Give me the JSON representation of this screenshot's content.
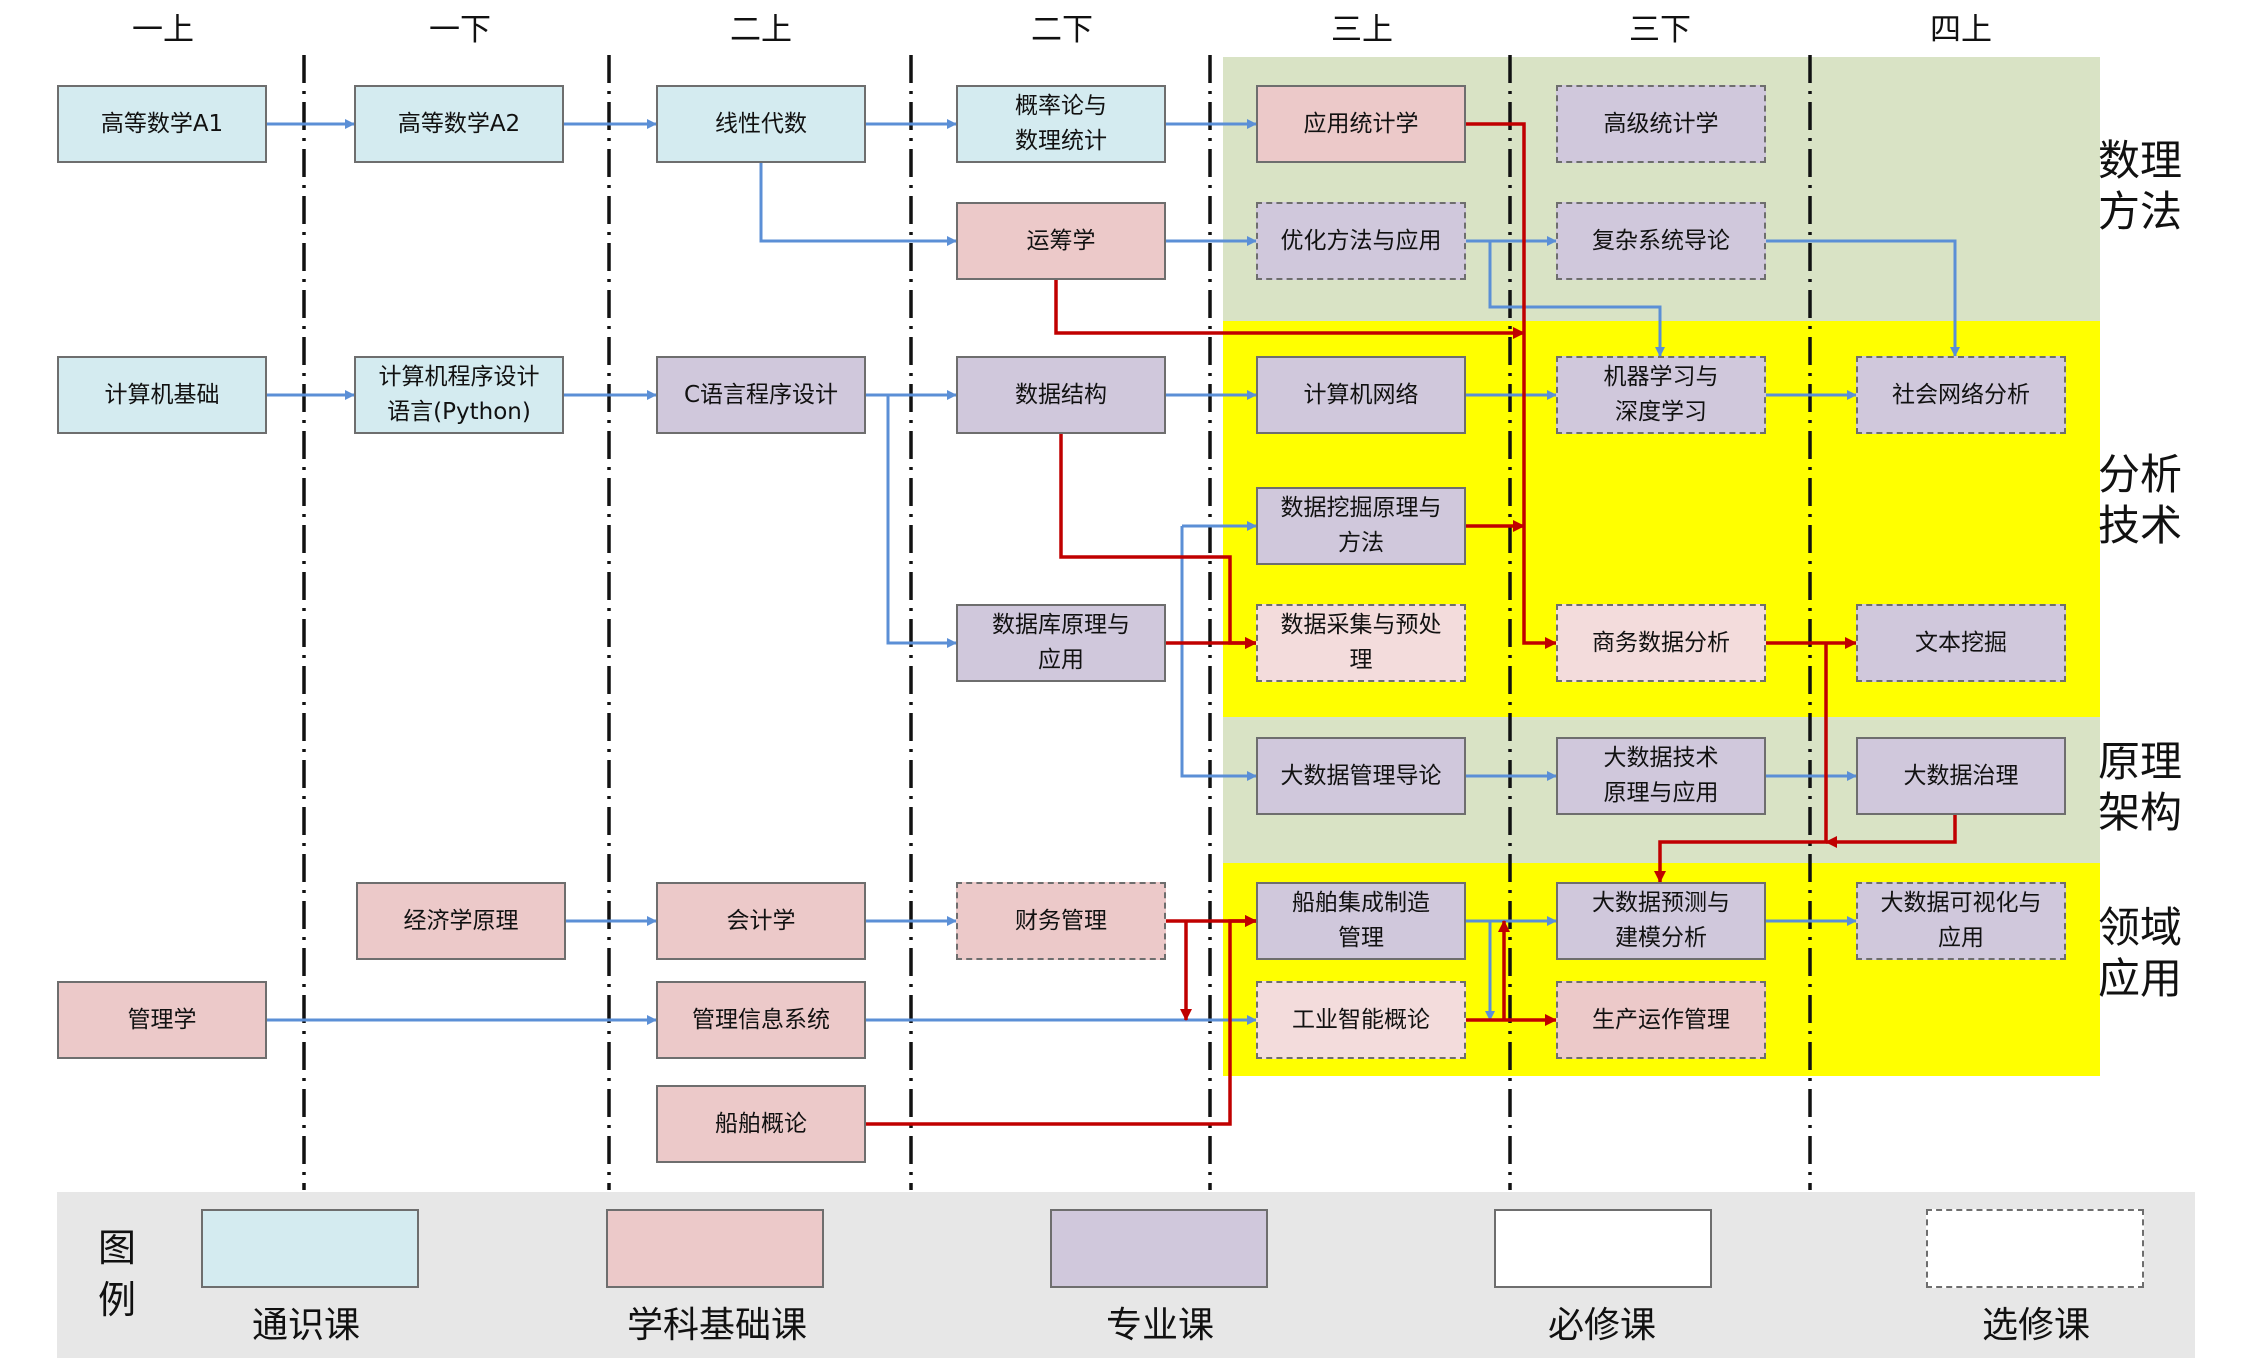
{
  "colors": {
    "tongshi": "#d4ebf0",
    "jichu": "#ecc9c9",
    "zhuanye": "#d0c8dc",
    "jichu_light": "#f3dcdc",
    "zone_green": "#d9e3c5",
    "zone_yellow": "#ffff00",
    "arrow_blue": "#5b8fd6",
    "arrow_red": "#c00000"
  },
  "semesters": [
    "一上",
    "一下",
    "二上",
    "二下",
    "三上",
    "三下",
    "四上"
  ],
  "zones": [
    "数理\n方法",
    "分析\n技术",
    "原理\n架构",
    "领域\n应用"
  ],
  "courses": [
    {
      "id": "gdsx_a1",
      "label": "高等数学A1",
      "category": "tongshi",
      "type": "required"
    },
    {
      "id": "gdsx_a2",
      "label": "高等数学A2",
      "category": "tongshi",
      "type": "required"
    },
    {
      "id": "xxds",
      "label": "线性代数",
      "category": "tongshi",
      "type": "required"
    },
    {
      "id": "gll",
      "label": "概率论与\n数理统计",
      "category": "tongshi",
      "type": "required"
    },
    {
      "id": "yytjx",
      "label": "应用统计学",
      "category": "jichu",
      "type": "required"
    },
    {
      "id": "gjtjx",
      "label": "高级统计学",
      "category": "zhuanye",
      "type": "elective"
    },
    {
      "id": "ycx",
      "label": "运筹学",
      "category": "jichu",
      "type": "required"
    },
    {
      "id": "yhff",
      "label": "优化方法与应用",
      "category": "zhuanye",
      "type": "elective"
    },
    {
      "id": "fzxt",
      "label": "复杂系统导论",
      "category": "zhuanye",
      "type": "elective"
    },
    {
      "id": "jsjjc",
      "label": "计算机基础",
      "category": "tongshi",
      "type": "required"
    },
    {
      "id": "jsjcx",
      "label": "计算机程序设计\n语言(Python)",
      "category": "tongshi",
      "type": "required"
    },
    {
      "id": "cyy",
      "label": "C语言程序设计",
      "category": "zhuanye",
      "type": "required"
    },
    {
      "id": "sjjg",
      "label": "数据结构",
      "category": "zhuanye",
      "type": "required"
    },
    {
      "id": "jsjwl",
      "label": "计算机网络",
      "category": "zhuanye",
      "type": "required"
    },
    {
      "id": "jqxx",
      "label": "机器学习与\n深度学习",
      "category": "zhuanye",
      "type": "elective"
    },
    {
      "id": "shwl",
      "label": "社会网络分析",
      "category": "zhuanye",
      "type": "elective"
    },
    {
      "id": "sjwj",
      "label": "数据挖掘原理与\n方法",
      "category": "zhuanye",
      "type": "required"
    },
    {
      "id": "sjkyl",
      "label": "数据库原理与\n应用",
      "category": "zhuanye",
      "type": "required"
    },
    {
      "id": "sjcj",
      "label": "数据采集与预处\n理",
      "category": "jichu_light",
      "type": "elective"
    },
    {
      "id": "swsj",
      "label": "商务数据分析",
      "category": "jichu_light",
      "type": "elective"
    },
    {
      "id": "wbwj",
      "label": "文本挖掘",
      "category": "zhuanye",
      "type": "elective"
    },
    {
      "id": "dsjgl",
      "label": "大数据管理导论",
      "category": "zhuanye",
      "type": "required"
    },
    {
      "id": "dsjjs",
      "label": "大数据技术\n原理与应用",
      "category": "zhuanye",
      "type": "required"
    },
    {
      "id": "dsjzl",
      "label": "大数据治理",
      "category": "zhuanye",
      "type": "required"
    },
    {
      "id": "jjxyl",
      "label": "经济学原理",
      "category": "jichu",
      "type": "required"
    },
    {
      "id": "kjx",
      "label": "会计学",
      "category": "jichu",
      "type": "required"
    },
    {
      "id": "cwgl",
      "label": "财务管理",
      "category": "jichu",
      "type": "elective"
    },
    {
      "id": "cbjc",
      "label": "船舶集成制造\n管理",
      "category": "zhuanye",
      "type": "required"
    },
    {
      "id": "dsjyc",
      "label": "大数据预测与\n建模分析",
      "category": "zhuanye",
      "type": "required"
    },
    {
      "id": "dsjksh",
      "label": "大数据可视化与\n应用",
      "category": "zhuanye",
      "type": "elective"
    },
    {
      "id": "glx",
      "label": "管理学",
      "category": "jichu",
      "type": "required"
    },
    {
      "id": "glxx",
      "label": "管理信息系统",
      "category": "jichu",
      "type": "required"
    },
    {
      "id": "gyzn",
      "label": "工业智能概论",
      "category": "jichu_light",
      "type": "elective"
    },
    {
      "id": "sczz",
      "label": "生产运作管理",
      "category": "jichu",
      "type": "elective"
    },
    {
      "id": "cbgl",
      "label": "船舶概论",
      "category": "jichu",
      "type": "required"
    }
  ],
  "legend": {
    "title": "图\n例",
    "items": [
      {
        "label": "通识课",
        "swatch": "tongshi"
      },
      {
        "label": "学科基础课",
        "swatch": "jichu"
      },
      {
        "label": "专业课",
        "swatch": "zhuanye"
      },
      {
        "label": "必修课",
        "swatch": "required"
      },
      {
        "label": "选修课",
        "swatch": "elective"
      }
    ]
  }
}
